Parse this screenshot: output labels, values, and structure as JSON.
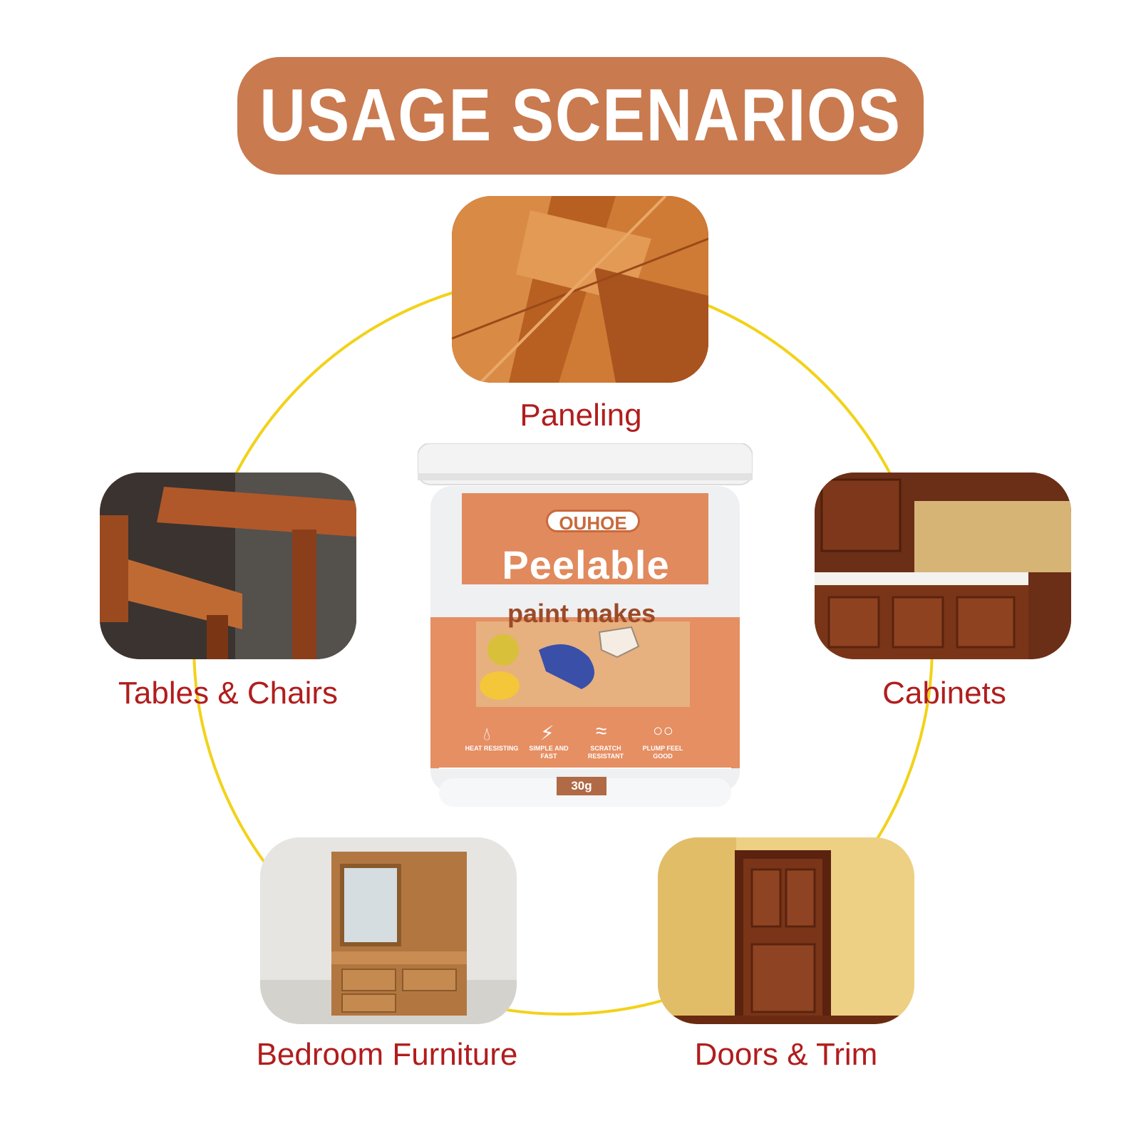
{
  "banner": {
    "title": "USAGE SCENARIOS"
  },
  "scenarios": [
    {
      "label": "Paneling"
    },
    {
      "label": "Tables & Chairs"
    },
    {
      "label": "Cabinets"
    },
    {
      "label": "Bedroom Furniture"
    },
    {
      "label": "Doors & Trim"
    }
  ],
  "product": {
    "brand": "OUHOE",
    "name": "Peelable",
    "subtitle": "paint makes",
    "features": [
      {
        "label": "HEAT RESISTING",
        "icon": "droplet-icon"
      },
      {
        "label": "SIMPLE AND FAST",
        "icon": "lightning-icon"
      },
      {
        "label": "SCRATCH RESISTANT",
        "icon": "waves-icon"
      },
      {
        "label": "PLUMP FEEL GOOD",
        "icon": "bubbles-icon"
      }
    ],
    "weight": "30g"
  },
  "colors": {
    "banner": "#c97a4f",
    "ring": "#f2d21a",
    "caption": "#b11d1d",
    "label_orange": "#e0845a"
  }
}
